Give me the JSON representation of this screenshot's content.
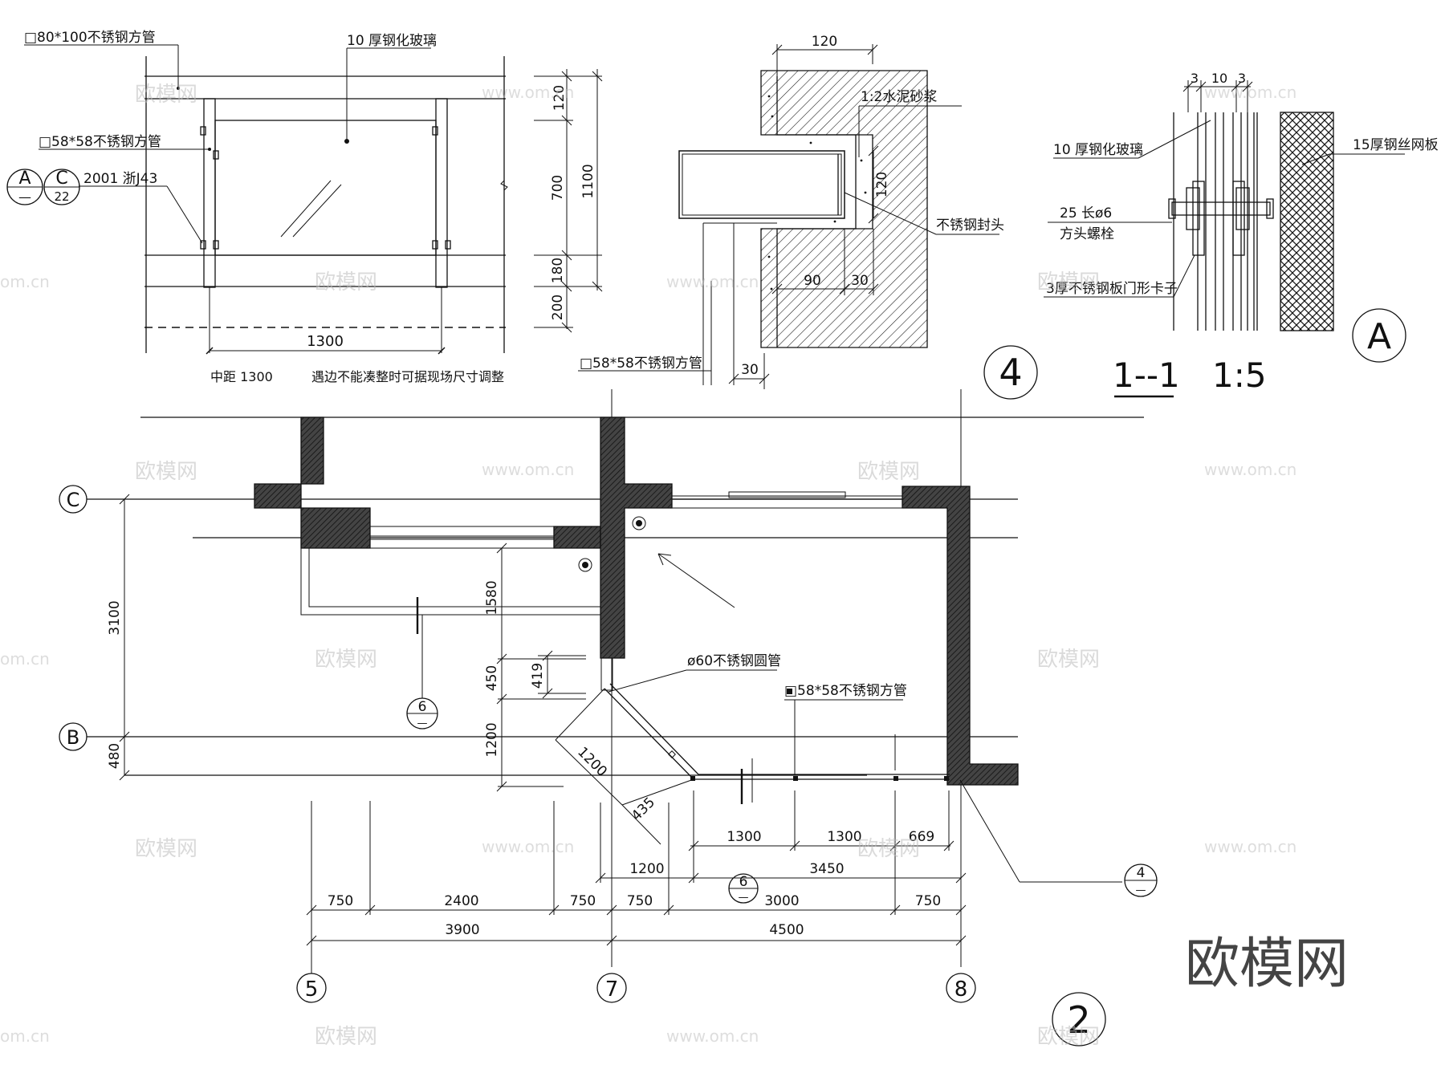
{
  "elevation": {
    "callout_top_tube": "□80*100不锈钢方管",
    "callout_glass": "10 厚钢化玻璃",
    "callout_post": "□58*58不锈钢方管",
    "callout_ref": "2001 浙J43",
    "ref_symbol_a_top": "A",
    "ref_symbol_a_bottom": "—",
    "ref_symbol_c_top": "C",
    "ref_symbol_c_bottom": "22",
    "dim_span": "1300",
    "note_spacing": "中距 1300",
    "note_adjust": "遇边不能凑整时可据现场尺寸调整",
    "dims_right": [
      "120",
      "700",
      "180",
      "200"
    ],
    "dim_total": "1100"
  },
  "detail4": {
    "dim_top": "120",
    "callout_mortar": "1:2水泥砂浆",
    "dim_right": "120",
    "callout_cap": "不锈钢封头",
    "dim_90": "90",
    "dim_30a": "30",
    "callout_tube": "□58*58不锈钢方管",
    "dim_30b": "30",
    "number": "4"
  },
  "detailA": {
    "dims_top": [
      "3",
      "10",
      "3"
    ],
    "callout_glass": "10 厚钢化玻璃",
    "callout_mesh": "15厚钢丝网板",
    "callout_bolt_1": "25 长ø6",
    "callout_bolt_2": "方头螺栓",
    "callout_clip": "3厚不锈钢板门形卡子",
    "letter": "A",
    "section_label": "1--1",
    "scale": "1:5"
  },
  "plan": {
    "axis_c": "C",
    "axis_b": "B",
    "axis_5": "5",
    "axis_7": "7",
    "axis_8": "8",
    "dim_3100": "3100",
    "dim_480": "480",
    "dim_1580": "1580",
    "dim_450": "450",
    "dim_419": "419",
    "dim_1200v": "1200",
    "dim_1200d": "1200",
    "dim_435": "435",
    "callout_round_tube": "ø60不锈钢圆管",
    "callout_square_tube": "□58*58不锈钢方管",
    "row1": [
      "1300",
      "1300",
      "669"
    ],
    "row2": [
      "1200",
      "3450"
    ],
    "row3": [
      "750",
      "2400",
      "750",
      "750",
      "3000",
      "750"
    ],
    "row4": [
      "3900",
      "4500"
    ],
    "section_mark_top": "6",
    "section_mark_bottom": "—",
    "section_mark2_top": "6",
    "section_mark2_bottom": "—",
    "detail_ref_top": "4",
    "detail_ref_bottom": "—",
    "drawing_number": "2"
  },
  "watermarks": {
    "brand_big": "欧模网",
    "brand_small": "欧模网",
    "url": "www.om.cn",
    "url_partial": "om.cn"
  }
}
